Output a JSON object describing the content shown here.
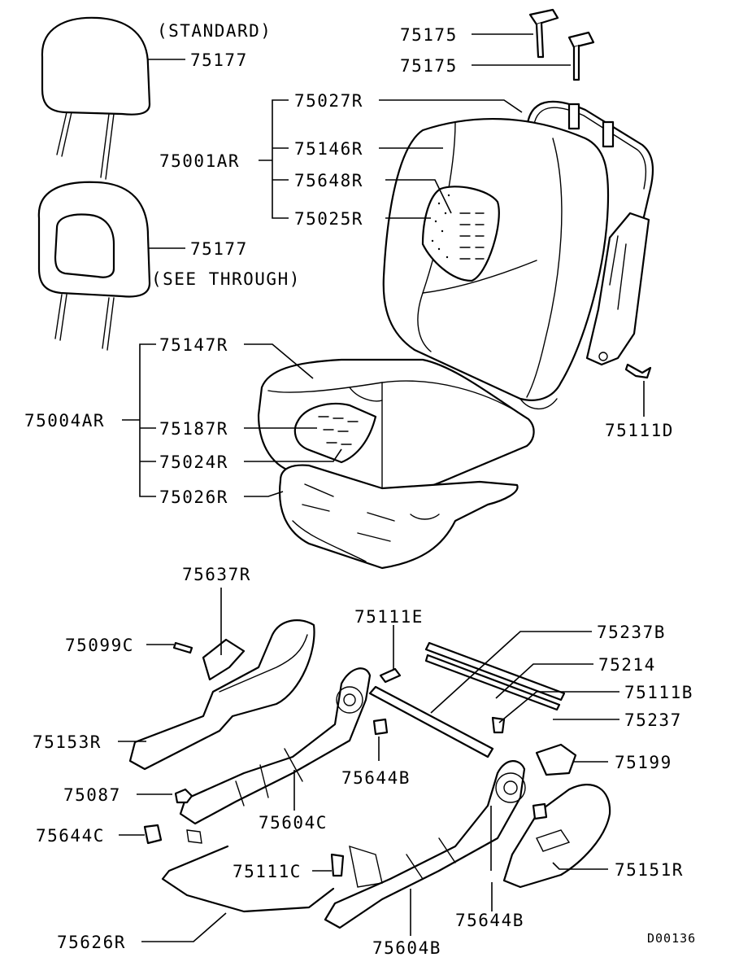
{
  "diagram_code": "D00136",
  "notes": {
    "standard": "(STANDARD)",
    "see_through": "(SEE THROUGH)"
  },
  "labels": {
    "p75177_std": "75177",
    "p75177_see": "75177",
    "p75175_a": "75175",
    "p75175_b": "75175",
    "p75027R": "75027R",
    "p75001AR": "75001AR",
    "p75146R": "75146R",
    "p75648R": "75648R",
    "p75025R": "75025R",
    "p75147R": "75147R",
    "p75004AR": "75004AR",
    "p75187R": "75187R",
    "p75024R": "75024R",
    "p75026R": "75026R",
    "p75111D": "75111D",
    "p75637R": "75637R",
    "p75099C": "75099C",
    "p75111E": "75111E",
    "p75237B": "75237B",
    "p75214": "75214",
    "p75111B": "75111B",
    "p75237": "75237",
    "p75153R": "75153R",
    "p75644B_a": "75644B",
    "p75199": "75199",
    "p75087": "75087",
    "p75604C": "75604C",
    "p75644C": "75644C",
    "p75111C": "75111C",
    "p75151R": "75151R",
    "p75644B_b": "75644B",
    "p75626R": "75626R",
    "p75604B": "75604B"
  }
}
